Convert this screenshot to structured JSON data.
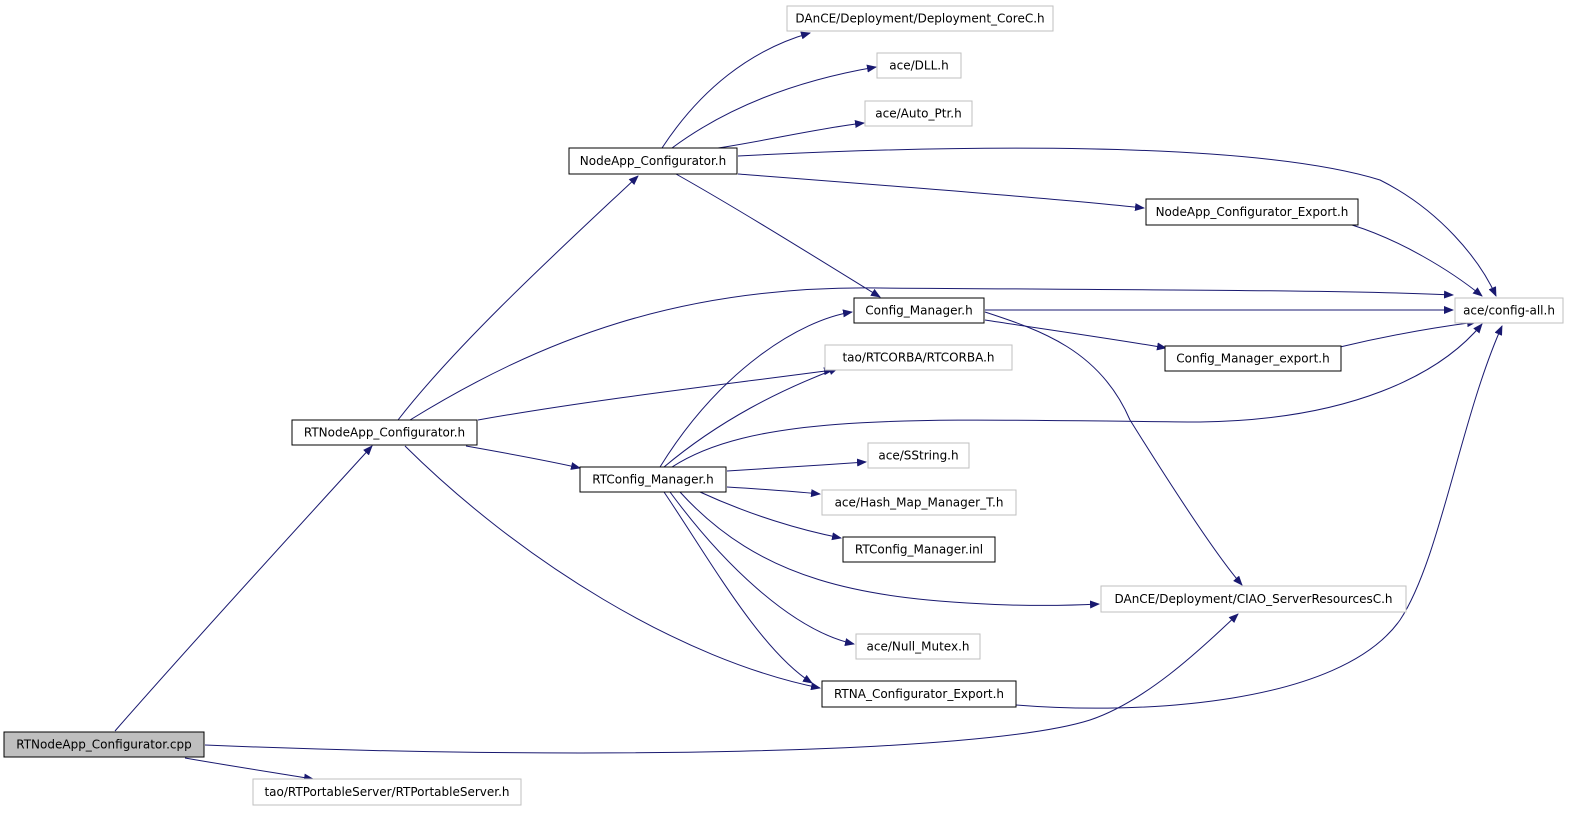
{
  "colors": {
    "edge": "#191970",
    "node_border_documented": "#000000",
    "node_border_external": "#bfbfbf",
    "root_fill": "#bfbfbf",
    "node_fill": "#ffffff",
    "text": "#000000"
  },
  "nodes": [
    {
      "id": "deploy_corec",
      "label": "DAnCE/Deployment/Deployment_CoreC.h",
      "kind": "external"
    },
    {
      "id": "dll",
      "label": "ace/DLL.h",
      "kind": "external"
    },
    {
      "id": "auto_ptr",
      "label": "ace/Auto_Ptr.h",
      "kind": "external"
    },
    {
      "id": "nodeapp_cfg",
      "label": "NodeApp_Configurator.h",
      "kind": "documented"
    },
    {
      "id": "nodeapp_export",
      "label": "NodeApp_Configurator_Export.h",
      "kind": "documented"
    },
    {
      "id": "config_all",
      "label": "ace/config-all.h",
      "kind": "external"
    },
    {
      "id": "config_mgr",
      "label": "Config_Manager.h",
      "kind": "documented"
    },
    {
      "id": "tao_rtcorba",
      "label": "tao/RTCORBA/RTCORBA.h",
      "kind": "external"
    },
    {
      "id": "cfg_mgr_export",
      "label": "Config_Manager_export.h",
      "kind": "documented"
    },
    {
      "id": "rtnodeapp_cfg",
      "label": "RTNodeApp_Configurator.h",
      "kind": "documented"
    },
    {
      "id": "sstring",
      "label": "ace/SString.h",
      "kind": "external"
    },
    {
      "id": "rtcfg_mgr",
      "label": "RTConfig_Manager.h",
      "kind": "documented"
    },
    {
      "id": "hashmap",
      "label": "ace/Hash_Map_Manager_T.h",
      "kind": "external"
    },
    {
      "id": "rtcfg_inl",
      "label": "RTConfig_Manager.inl",
      "kind": "documented"
    },
    {
      "id": "ciao_srvres",
      "label": "DAnCE/Deployment/CIAO_ServerResourcesC.h",
      "kind": "external"
    },
    {
      "id": "null_mutex",
      "label": "ace/Null_Mutex.h",
      "kind": "external"
    },
    {
      "id": "rtna_export",
      "label": "RTNA_Configurator_Export.h",
      "kind": "documented"
    },
    {
      "id": "root_cpp",
      "label": "RTNodeApp_Configurator.cpp",
      "kind": "root"
    },
    {
      "id": "tao_rtps",
      "label": "tao/RTPortableServer/RTPortableServer.h",
      "kind": "external"
    }
  ],
  "edges": [
    {
      "from": "root_cpp",
      "to": "rtnodeapp_cfg"
    },
    {
      "from": "root_cpp",
      "to": "ciao_srvres"
    },
    {
      "from": "root_cpp",
      "to": "tao_rtps"
    },
    {
      "from": "rtnodeapp_cfg",
      "to": "nodeapp_cfg"
    },
    {
      "from": "rtnodeapp_cfg",
      "to": "config_all"
    },
    {
      "from": "rtnodeapp_cfg",
      "to": "tao_rtcorba"
    },
    {
      "from": "rtnodeapp_cfg",
      "to": "rtcfg_mgr"
    },
    {
      "from": "rtnodeapp_cfg",
      "to": "rtna_export"
    },
    {
      "from": "nodeapp_cfg",
      "to": "deploy_corec"
    },
    {
      "from": "nodeapp_cfg",
      "to": "dll"
    },
    {
      "from": "nodeapp_cfg",
      "to": "auto_ptr"
    },
    {
      "from": "nodeapp_cfg",
      "to": "config_all"
    },
    {
      "from": "nodeapp_cfg",
      "to": "nodeapp_export"
    },
    {
      "from": "nodeapp_cfg",
      "to": "config_mgr"
    },
    {
      "from": "nodeapp_export",
      "to": "config_all"
    },
    {
      "from": "config_mgr",
      "to": "config_all"
    },
    {
      "from": "config_mgr",
      "to": "cfg_mgr_export"
    },
    {
      "from": "config_mgr",
      "to": "ciao_srvres"
    },
    {
      "from": "cfg_mgr_export",
      "to": "config_all"
    },
    {
      "from": "rtcfg_mgr",
      "to": "config_mgr"
    },
    {
      "from": "rtcfg_mgr",
      "to": "tao_rtcorba"
    },
    {
      "from": "rtcfg_mgr",
      "to": "config_all"
    },
    {
      "from": "rtcfg_mgr",
      "to": "sstring"
    },
    {
      "from": "rtcfg_mgr",
      "to": "hashmap"
    },
    {
      "from": "rtcfg_mgr",
      "to": "rtcfg_inl"
    },
    {
      "from": "rtcfg_mgr",
      "to": "ciao_srvres"
    },
    {
      "from": "rtcfg_mgr",
      "to": "null_mutex"
    },
    {
      "from": "rtcfg_mgr",
      "to": "rtna_export"
    },
    {
      "from": "rtna_export",
      "to": "config_all"
    }
  ]
}
